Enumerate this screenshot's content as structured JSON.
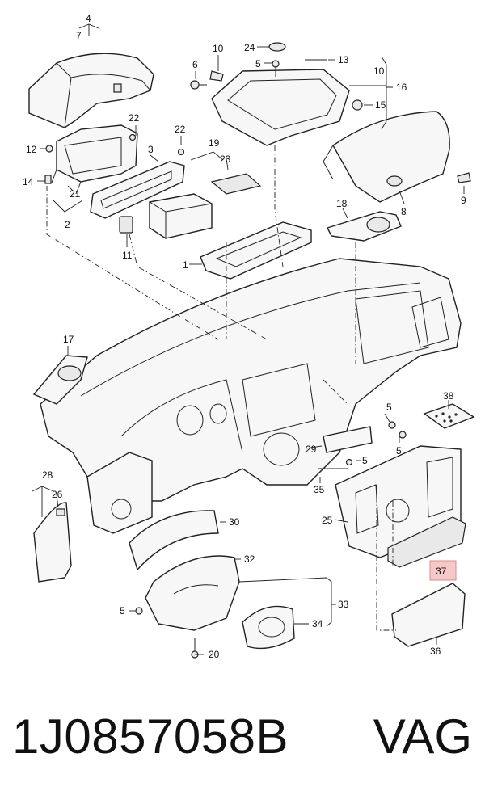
{
  "callouts": [
    {
      "id": "c4",
      "text": "4"
    },
    {
      "id": "c7",
      "text": "7"
    },
    {
      "id": "c6",
      "text": "6"
    },
    {
      "id": "c10a",
      "text": "10"
    },
    {
      "id": "c24",
      "text": "24"
    },
    {
      "id": "c5a",
      "text": "5"
    },
    {
      "id": "c13",
      "text": "13"
    },
    {
      "id": "c10b",
      "text": "10"
    },
    {
      "id": "c16",
      "text": "16"
    },
    {
      "id": "c15",
      "text": "15"
    },
    {
      "id": "c22a",
      "text": "22"
    },
    {
      "id": "c12",
      "text": "12"
    },
    {
      "id": "c3",
      "text": "3"
    },
    {
      "id": "c14",
      "text": "14"
    },
    {
      "id": "c21",
      "text": "21"
    },
    {
      "id": "c2",
      "text": "2"
    },
    {
      "id": "c22b",
      "text": "22"
    },
    {
      "id": "c19",
      "text": "19"
    },
    {
      "id": "c23",
      "text": "23"
    },
    {
      "id": "c11",
      "text": "11"
    },
    {
      "id": "c9",
      "text": "9"
    },
    {
      "id": "c8",
      "text": "8"
    },
    {
      "id": "c18",
      "text": "18"
    },
    {
      "id": "c1",
      "text": "1"
    },
    {
      "id": "c17",
      "text": "17"
    },
    {
      "id": "c38",
      "text": "38"
    },
    {
      "id": "c5b",
      "text": "5"
    },
    {
      "id": "c5c",
      "text": "5"
    },
    {
      "id": "c29",
      "text": "29"
    },
    {
      "id": "c5d",
      "text": "5"
    },
    {
      "id": "c35",
      "text": "35"
    },
    {
      "id": "c28",
      "text": "28"
    },
    {
      "id": "c26",
      "text": "26"
    },
    {
      "id": "c25",
      "text": "25"
    },
    {
      "id": "c30",
      "text": "30"
    },
    {
      "id": "c37",
      "text": "37"
    },
    {
      "id": "c32",
      "text": "32"
    },
    {
      "id": "c5e",
      "text": "5"
    },
    {
      "id": "c33",
      "text": "33"
    },
    {
      "id": "c34",
      "text": "34"
    },
    {
      "id": "c36",
      "text": "36"
    },
    {
      "id": "c20",
      "text": "20"
    }
  ],
  "highlighted_part": "37",
  "colors": {
    "line": "#222222",
    "highlight_fill": "#f6c9c9",
    "highlight_border": "#d98a8a"
  },
  "footer": {
    "part_number": "1J0857058B",
    "brand": "VAG"
  }
}
